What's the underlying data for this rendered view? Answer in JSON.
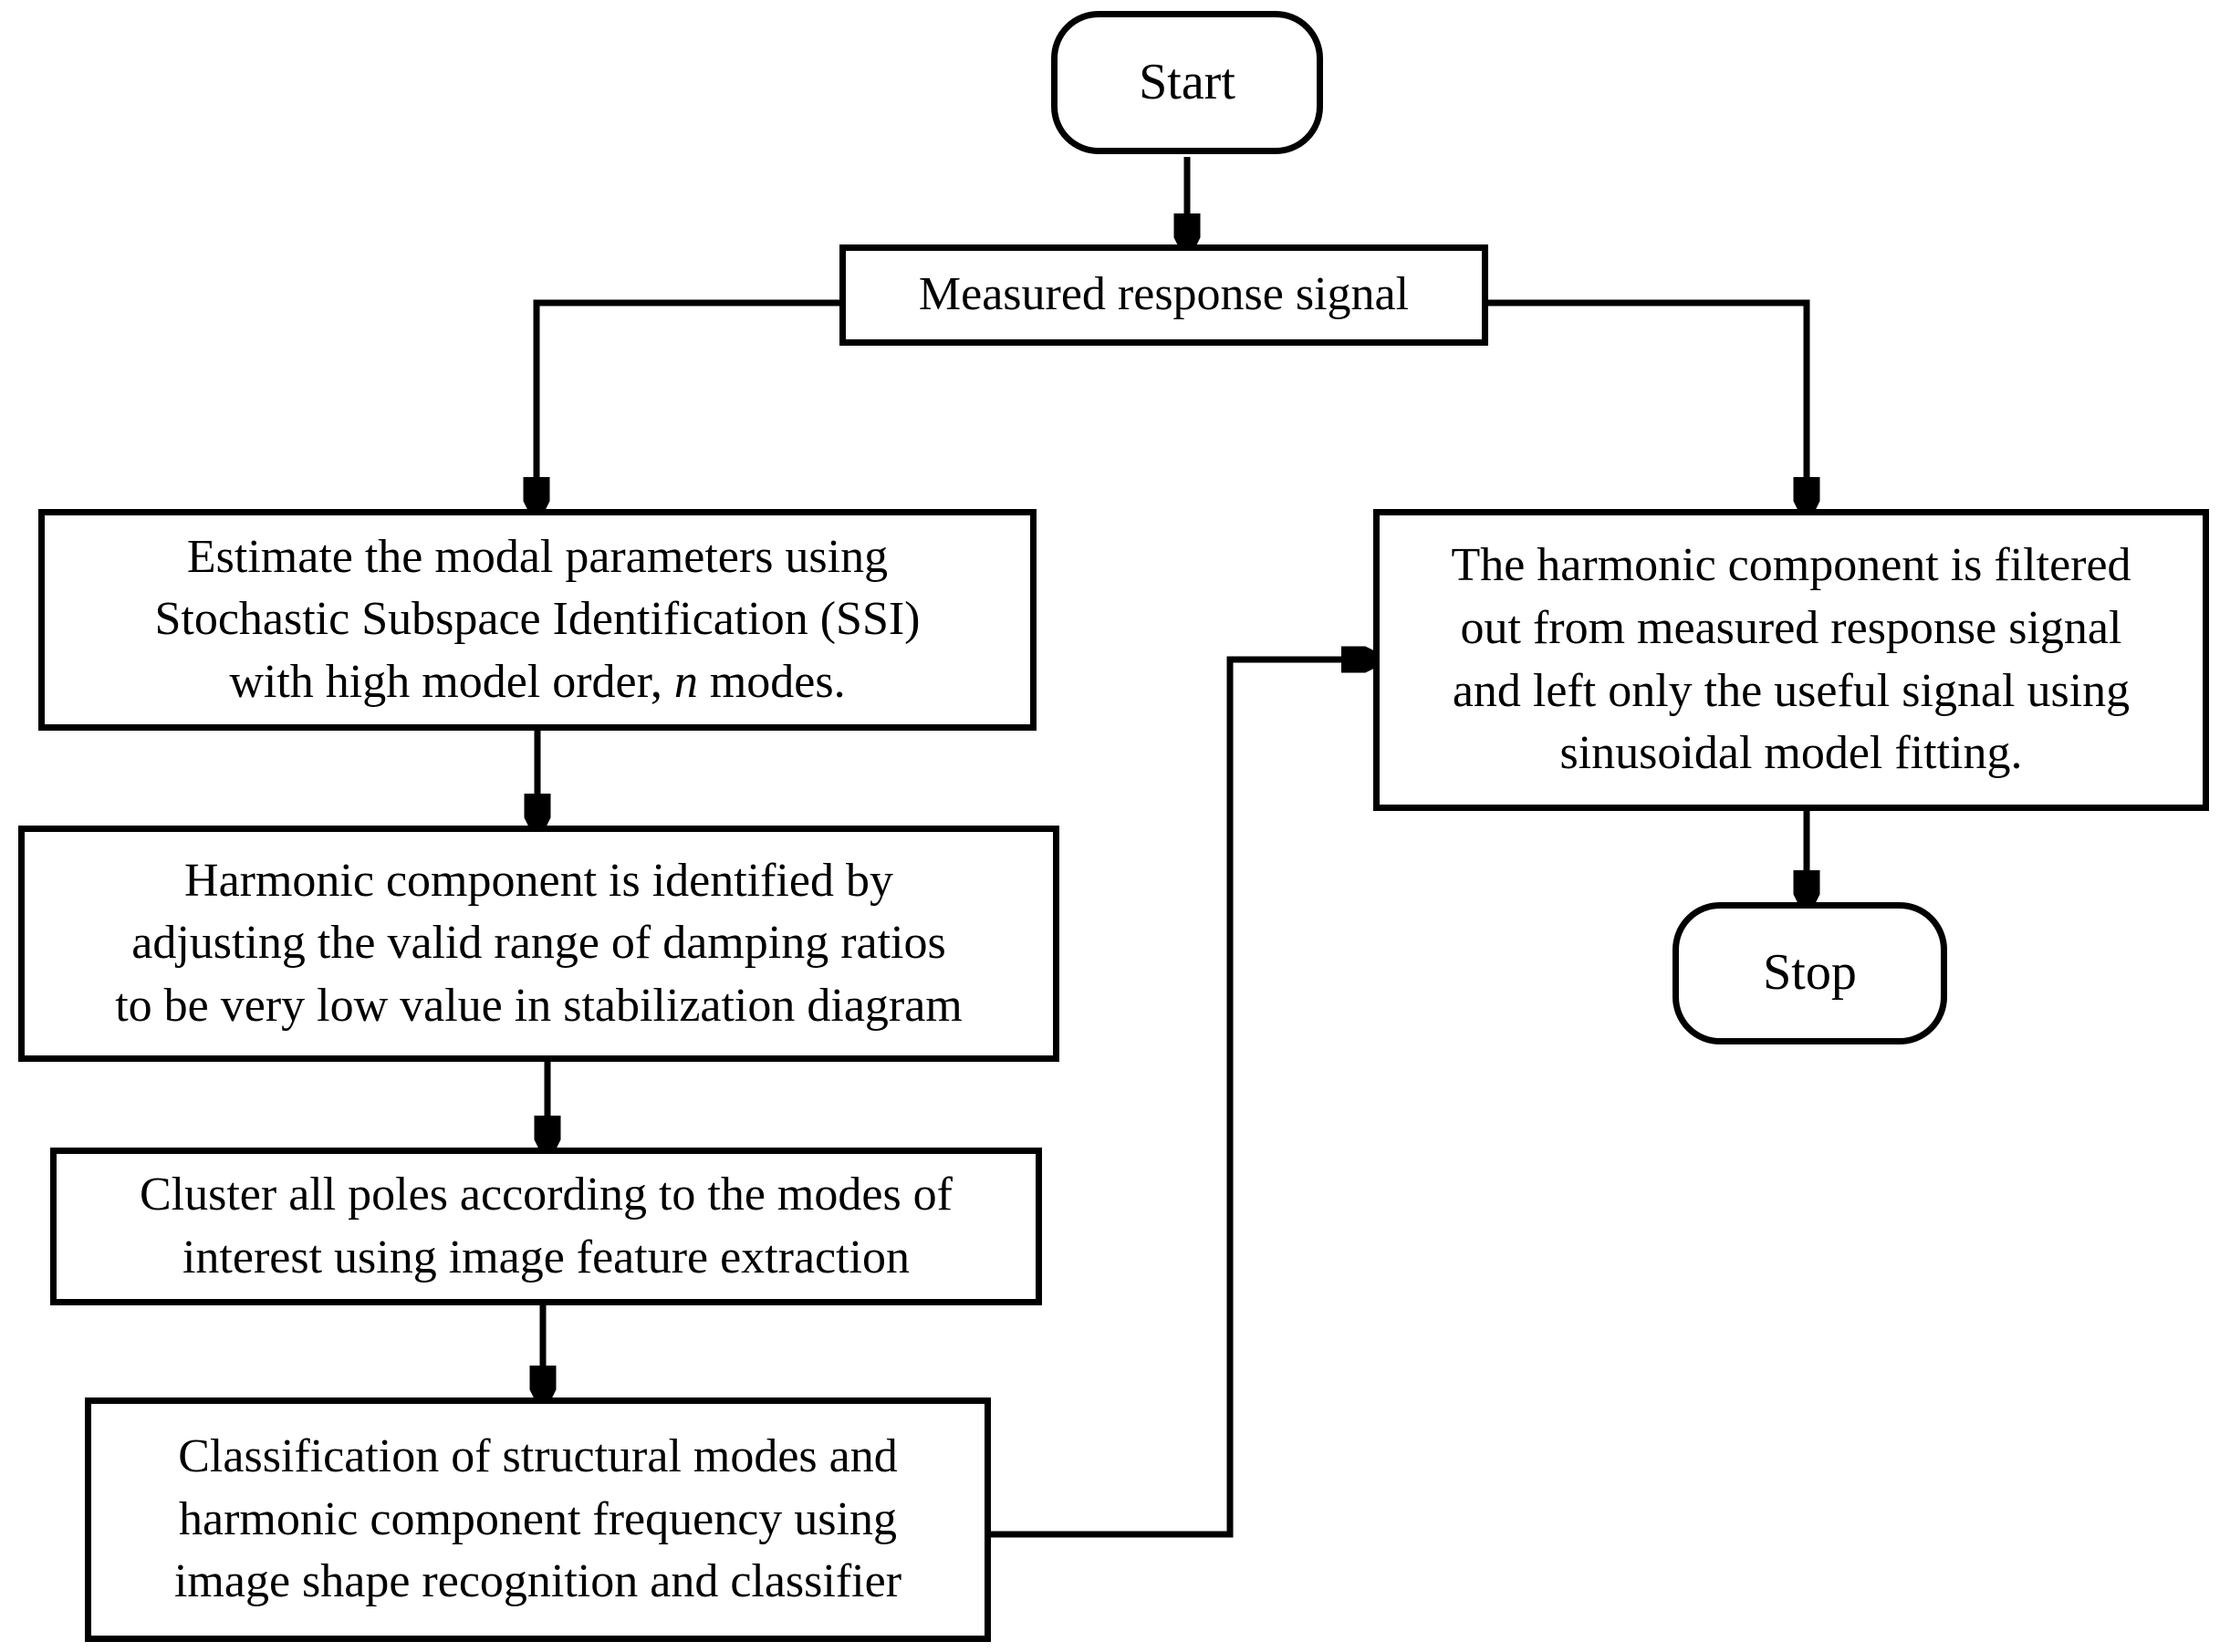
{
  "diagram": {
    "background": "#ffffff",
    "stroke_color": "#000000",
    "nodes": {
      "start": {
        "label": "Start"
      },
      "measured": {
        "label": "Measured response signal"
      },
      "estimate": {
        "line1": "Estimate the modal parameters using",
        "line2": "Stochastic Subspace Identification (SSI)",
        "line3_pre": "with high model order, ",
        "line3_italic": "n",
        "line3_post": " modes."
      },
      "harmonic": {
        "line1": "Harmonic component is identified by",
        "line2": "adjusting the valid range of damping ratios",
        "line3": "to be very low value in stabilization diagram"
      },
      "cluster": {
        "line1": "Cluster all poles according to the modes of",
        "line2": "interest using image feature extraction"
      },
      "classification": {
        "line1": "Classification of structural modes and",
        "line2": "harmonic component frequency using",
        "line3": "image shape recognition and classifier"
      },
      "filter": {
        "line1": "The harmonic component is filtered",
        "line2": "out from measured response signal",
        "line3": "and left only the useful signal using",
        "line4": "sinusoidal model fitting."
      },
      "stop": {
        "label": "Stop"
      }
    }
  }
}
